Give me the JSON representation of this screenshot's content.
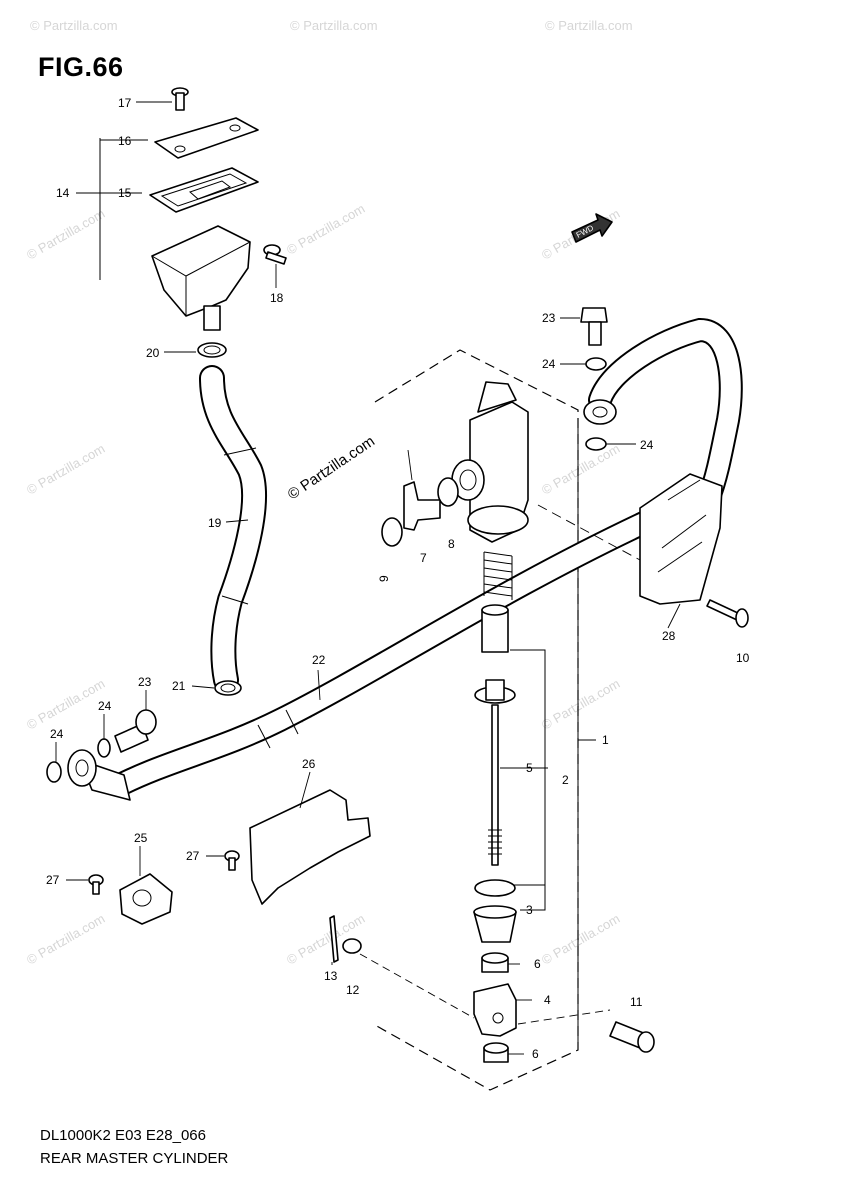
{
  "figure": {
    "title": "FIG.66",
    "code": "DL1000K2 E03 E28_066",
    "caption": "REAR MASTER CYLINDER"
  },
  "arrow_label": "FWD",
  "brand_note": "© Partzilla.com",
  "watermark_text": "© Partzilla.com",
  "callouts": {
    "c1": "1",
    "c2": "2",
    "c3": "3",
    "c4": "4",
    "c5": "5",
    "c6a": "6",
    "c6b": "6",
    "c7": "7",
    "c8": "8",
    "c9": "9",
    "c10": "10",
    "c11": "11",
    "c12": "12",
    "c13": "13",
    "c14": "14",
    "c15": "15",
    "c16": "16",
    "c17": "17",
    "c18": "18",
    "c19": "19",
    "c20": "20",
    "c21": "21",
    "c22": "22",
    "c23a": "23",
    "c23b": "23",
    "c24a": "24",
    "c24b": "24",
    "c24c": "24",
    "c24d": "24",
    "c25": "25",
    "c26": "26",
    "c27a": "27",
    "c27b": "27",
    "c28": "28"
  },
  "colors": {
    "line": "#000000",
    "watermark": "#d6d6d6",
    "background": "#ffffff"
  }
}
